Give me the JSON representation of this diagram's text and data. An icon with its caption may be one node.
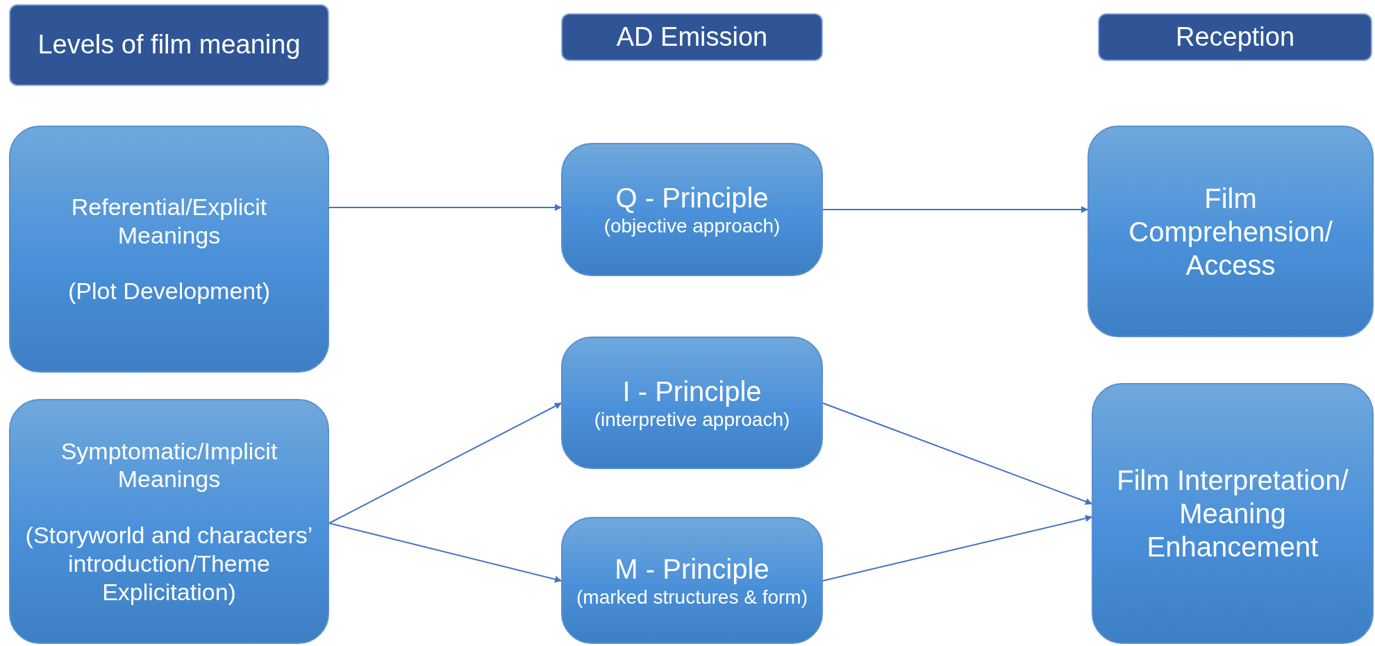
{
  "diagram": {
    "nodes": [
      {
        "text": [
          "Levels of film meaning"
        ]
      },
      {
        "text": [
          "AD Emission"
        ]
      },
      {
        "text": [
          "Reception"
        ]
      },
      {
        "text": [
          "Referential/Explicit Meanings",
          "(Plot Development)"
        ]
      },
      {
        "text": [
          "Q - Principle",
          "(objective approach)"
        ]
      },
      {
        "text": [
          "Film Comprehension/ Access"
        ]
      },
      {
        "text": [
          "Symptomatic/Implicit Meanings",
          "(Storyworld and characters’ introduction/Theme Explicitation)"
        ]
      },
      {
        "text": [
          "I - Principle",
          "(interpretive approach)"
        ]
      },
      {
        "text": [
          "M - Principle",
          "(marked structures & form)"
        ]
      },
      {
        "text": [
          "Film Interpretation/ Meaning Enhancement"
        ]
      }
    ],
    "edges": [
      {
        "from": 3,
        "to": 4,
        "arrow": "to"
      },
      {
        "from": 4,
        "to": 5,
        "arrow": "to"
      },
      {
        "from": 6,
        "to": 7,
        "arrow": "to"
      },
      {
        "from": 6,
        "to": 8,
        "arrow": "to"
      },
      {
        "from": 7,
        "to": 9,
        "arrow": "to"
      },
      {
        "from": 8,
        "to": 9,
        "arrow": "to"
      }
    ]
  }
}
